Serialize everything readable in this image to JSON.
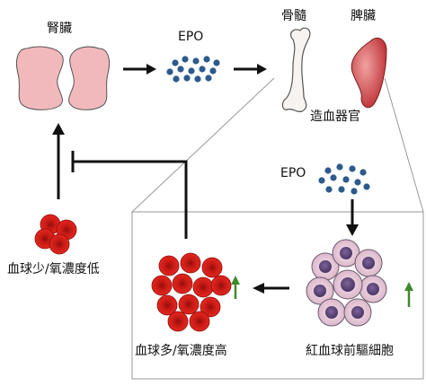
{
  "labels": {
    "kidney": "腎臟",
    "epo_top": "EPO",
    "bone": "骨髓",
    "spleen": "脾臟",
    "hematopoietic_organ": "造血器官",
    "epo_mid": "EPO",
    "low_blood": "血球少/氧濃度低",
    "high_blood": "血球多/氧濃度高",
    "progenitor": "紅血球前驅細胞"
  },
  "colors": {
    "kidney_fill": "#f2b9bd",
    "epo_dot": "#2d5a8c",
    "spleen_fill": "#c9383c",
    "rbc_fill": "#d8211b",
    "progenitor_fill": "#e8ccd9",
    "progenitor_nucleus": "#5e4579",
    "up_arrow": "#3f8a2c",
    "line": "#111111",
    "frame": "#999999"
  }
}
